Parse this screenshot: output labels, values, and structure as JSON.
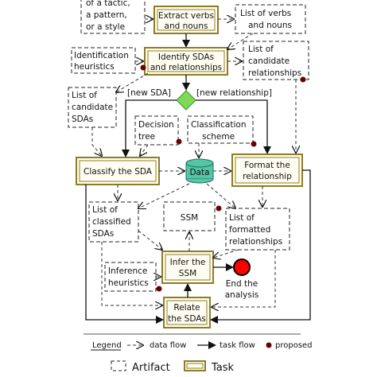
{
  "colors": {
    "task_border": "#8d7d25",
    "task_fill": "#fffdf1",
    "decision": "#7ed957",
    "data_store": "#52c6a5",
    "end_node": "#ff0000",
    "proposed_dot": "#6b0000"
  },
  "artifacts": [
    {
      "id": "tactic-pattern-style",
      "lines": [
        "of a tactic,",
        "a pattern,",
        "or a style"
      ]
    },
    {
      "id": "verbs-nouns-list",
      "lines": [
        "List of verbs",
        "and nouns"
      ]
    },
    {
      "id": "identification-heuristics",
      "lines": [
        "Identification",
        "heuristics"
      ]
    },
    {
      "id": "candidate-relationships-list",
      "lines": [
        "List of",
        "candidate",
        "relationships"
      ]
    },
    {
      "id": "candidate-sdas-list",
      "lines": [
        "List of",
        "candidate",
        "SDAs"
      ]
    },
    {
      "id": "decision-tree",
      "lines": [
        "Decision",
        "tree"
      ]
    },
    {
      "id": "classification-scheme",
      "lines": [
        "Classification",
        "scheme"
      ]
    },
    {
      "id": "classified-sdas-list",
      "lines": [
        "List of",
        "classified",
        "SDAs"
      ]
    },
    {
      "id": "ssm",
      "lines": [
        "SSM"
      ]
    },
    {
      "id": "formatted-relationships-list",
      "lines": [
        "List of",
        "formatted",
        "relationships"
      ]
    },
    {
      "id": "inference-heuristics",
      "lines": [
        "Inference",
        "heuristics"
      ]
    }
  ],
  "tasks": [
    {
      "id": "extract-verbs-nouns",
      "lines": [
        "Extract verbs",
        "and nouns"
      ]
    },
    {
      "id": "identify-sdas",
      "lines": [
        "Identify SDAs",
        "and relationships"
      ]
    },
    {
      "id": "classify-sda",
      "lines": [
        "Classify the SDA"
      ]
    },
    {
      "id": "format-relationship",
      "lines": [
        "Format the",
        "relationship"
      ]
    },
    {
      "id": "infer-ssm",
      "lines": [
        "Infer the",
        "SSM"
      ]
    },
    {
      "id": "relate-sdas",
      "lines": [
        "Relate",
        "the SDAs"
      ]
    }
  ],
  "data_store": {
    "label": "Data"
  },
  "decision": {
    "left_label": "[new SDA]",
    "right_label": "[new relationship]"
  },
  "end_node": {
    "lines": [
      "End the",
      "analysis"
    ]
  },
  "legend": {
    "title": "Legend",
    "data_flow": "data flow",
    "task_flow": "task flow",
    "proposed": "proposed",
    "artifact": "Artifact",
    "task": "Task"
  }
}
